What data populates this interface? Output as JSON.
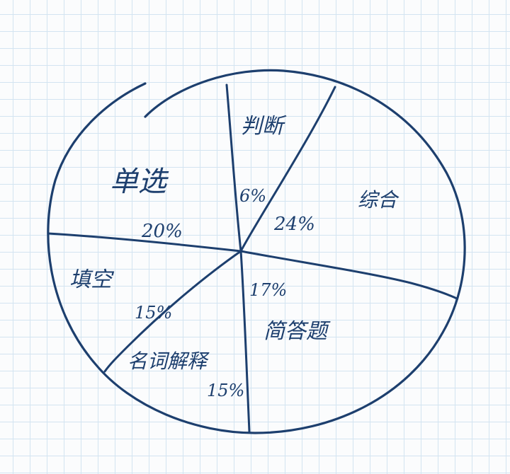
{
  "chart_data": {
    "type": "pie",
    "ink_color": "#1d3f6e",
    "slices": [
      {
        "label": "判断",
        "value_text": "6%"
      },
      {
        "label": "综合",
        "value_text": "24%"
      },
      {
        "label": "简答题",
        "value_text": "17%"
      },
      {
        "label": "名词解释",
        "value_text": "15%"
      },
      {
        "label": "填空",
        "value_text": "15%"
      },
      {
        "label": "单选",
        "value_text": "20%"
      }
    ]
  }
}
